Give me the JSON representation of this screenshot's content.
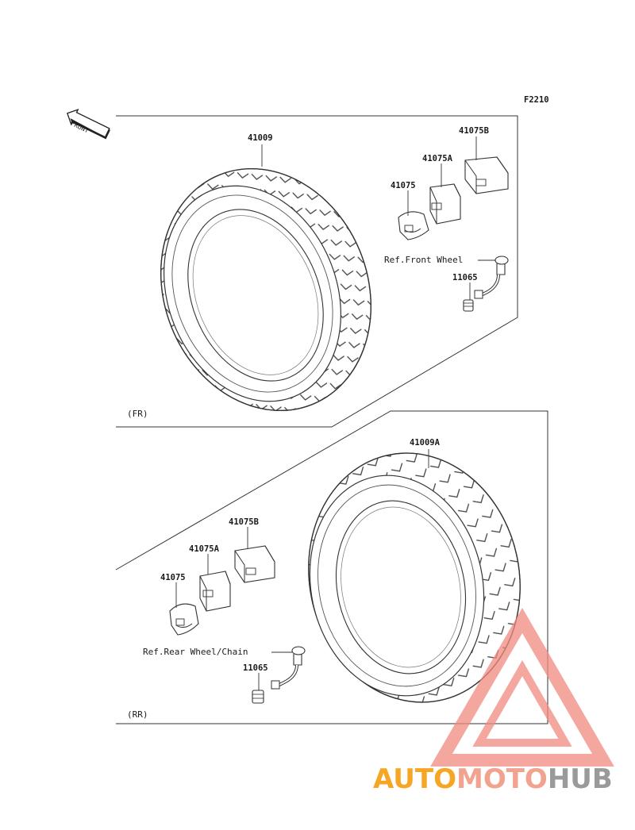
{
  "figure_code": "F2210",
  "front_arrow_text": "FRONT",
  "front": {
    "section_label": "(FR)",
    "tire": "41009",
    "band_b": "41075B",
    "band_a": "41075A",
    "band": "41075",
    "ref": "Ref.Front Wheel",
    "valve_cap": "11065"
  },
  "rear": {
    "section_label": "(RR)",
    "tire": "41009A",
    "band_b": "41075B",
    "band_a": "41075A",
    "band": "41075",
    "ref": "Ref.Rear Wheel/Chain",
    "valve_cap": "11065"
  },
  "watermark": {
    "part1": "AUTO",
    "part2": "MOTO",
    "part3": "HUB"
  },
  "colors": {
    "line": "#3a3a3a",
    "watermark_triangle": "#f08a80",
    "watermark_orange": "#f6a623",
    "watermark_grey": "#9a9a9a"
  }
}
